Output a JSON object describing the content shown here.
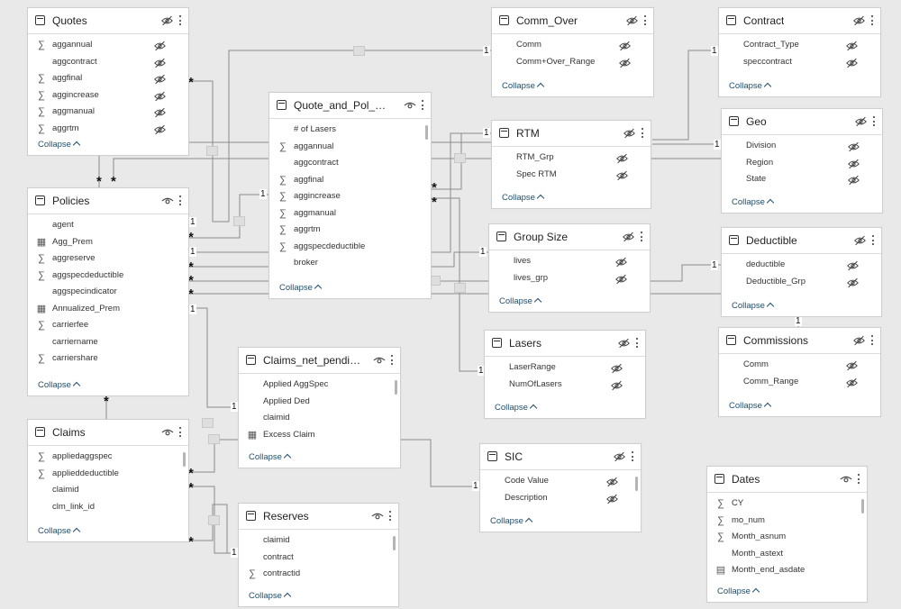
{
  "labels": {
    "collapse": "Collapse",
    "one": "1",
    "many": "*"
  },
  "icons": {
    "table": "table-icon",
    "visible": "eye-icon",
    "hidden": "eye-slash-icon",
    "more": "more-options-icon",
    "sum": "sigma-icon",
    "calc": "calculated-table-icon",
    "calendar": "calendar-icon"
  },
  "glyphs": {
    "sum": "∑",
    "calc": "▦",
    "calendar": "▤",
    "none": ""
  },
  "tables": [
    {
      "id": "quotes",
      "name": "Quotes",
      "visible": false,
      "fields": [
        {
          "name": "aggannual",
          "type": "sum",
          "hidden": true
        },
        {
          "name": "aggcontract",
          "type": "none",
          "hidden": true
        },
        {
          "name": "aggfinal",
          "type": "sum",
          "hidden": true
        },
        {
          "name": "aggincrease",
          "type": "sum",
          "hidden": true
        },
        {
          "name": "aggmanual",
          "type": "sum",
          "hidden": true
        },
        {
          "name": "aggrtm",
          "type": "sum",
          "hidden": true
        }
      ]
    },
    {
      "id": "policies",
      "name": "Policies",
      "visible": true,
      "fields": [
        {
          "name": "agent",
          "type": "none",
          "hidden": false
        },
        {
          "name": "Agg_Prem",
          "type": "calc",
          "hidden": false
        },
        {
          "name": "aggreserve",
          "type": "sum",
          "hidden": false
        },
        {
          "name": "aggspecdeductible",
          "type": "sum",
          "hidden": false
        },
        {
          "name": "aggspecindicator",
          "type": "none",
          "hidden": false
        },
        {
          "name": "Annualized_Prem",
          "type": "calc",
          "hidden": false
        },
        {
          "name": "carrierfee",
          "type": "sum",
          "hidden": false
        },
        {
          "name": "carriername",
          "type": "none",
          "hidden": false
        },
        {
          "name": "carriershare",
          "type": "sum",
          "hidden": false
        }
      ]
    },
    {
      "id": "claims",
      "name": "Claims",
      "visible": true,
      "fields": [
        {
          "name": "applied­aggspec",
          "type": "sum",
          "hidden": false
        },
        {
          "name": "applieddeductible",
          "type": "sum",
          "hidden": false
        },
        {
          "name": "claimid",
          "type": "none",
          "hidden": false
        },
        {
          "name": "clm_link_id",
          "type": "none",
          "hidden": false
        }
      ]
    },
    {
      "id": "qpd",
      "name": "Quote_and_Pol_Data",
      "visible": true,
      "fields": [
        {
          "name": "# of Lasers",
          "type": "none",
          "hidden": false
        },
        {
          "name": "aggannual",
          "type": "sum",
          "hidden": false
        },
        {
          "name": "aggcontract",
          "type": "none",
          "hidden": false
        },
        {
          "name": "aggfinal",
          "type": "sum",
          "hidden": false
        },
        {
          "name": "aggincrease",
          "type": "sum",
          "hidden": false
        },
        {
          "name": "aggmanual",
          "type": "sum",
          "hidden": false
        },
        {
          "name": "aggrtm",
          "type": "sum",
          "hidden": false
        },
        {
          "name": "aggspecdeductible",
          "type": "sum",
          "hidden": false
        },
        {
          "name": "broker",
          "type": "none",
          "hidden": false
        }
      ]
    },
    {
      "id": "cnp",
      "name": "Claims_net_pending_...",
      "visible": true,
      "fields": [
        {
          "name": "Applied AggSpec",
          "type": "none",
          "hidden": false
        },
        {
          "name": "Applied Ded",
          "type": "none",
          "hidden": false
        },
        {
          "name": "claimid",
          "type": "none",
          "hidden": false
        },
        {
          "name": "Excess Claim",
          "type": "calc",
          "hidden": false
        }
      ]
    },
    {
      "id": "reserves",
      "name": "Reserves",
      "visible": true,
      "fields": [
        {
          "name": "claimid",
          "type": "none",
          "hidden": false
        },
        {
          "name": "contract",
          "type": "none",
          "hidden": false
        },
        {
          "name": "contractid",
          "type": "sum",
          "hidden": false
        }
      ]
    },
    {
      "id": "commover",
      "name": "Comm_Over",
      "visible": false,
      "fields": [
        {
          "name": "Comm",
          "type": "none",
          "hidden": true
        },
        {
          "name": "Comm+Over_Range",
          "type": "none",
          "hidden": true
        }
      ]
    },
    {
      "id": "rtm",
      "name": "RTM",
      "visible": false,
      "fields": [
        {
          "name": "RTM_Grp",
          "type": "none",
          "hidden": true
        },
        {
          "name": "Spec RTM",
          "type": "none",
          "hidden": true
        }
      ]
    },
    {
      "id": "groupsize",
      "name": "Group Size",
      "visible": false,
      "fields": [
        {
          "name": "lives",
          "type": "none",
          "hidden": true
        },
        {
          "name": "lives_grp",
          "type": "none",
          "hidden": true
        }
      ]
    },
    {
      "id": "lasers",
      "name": "Lasers",
      "visible": false,
      "fields": [
        {
          "name": "LaserRange",
          "type": "none",
          "hidden": true
        },
        {
          "name": "NumOfLasers",
          "type": "none",
          "hidden": true
        }
      ]
    },
    {
      "id": "sic",
      "name": "SIC",
      "visible": false,
      "fields": [
        {
          "name": "Code Value",
          "type": "none",
          "hidden": true
        },
        {
          "name": "Description",
          "type": "none",
          "hidden": true
        }
      ]
    },
    {
      "id": "contract",
      "name": "Contract",
      "visible": false,
      "fields": [
        {
          "name": "Contract_Type",
          "type": "none",
          "hidden": true
        },
        {
          "name": "speccontract",
          "type": "none",
          "hidden": true
        }
      ]
    },
    {
      "id": "geo",
      "name": "Geo",
      "visible": false,
      "fields": [
        {
          "name": "Division",
          "type": "none",
          "hidden": true
        },
        {
          "name": "Region",
          "type": "none",
          "hidden": true
        },
        {
          "name": "State",
          "type": "none",
          "hidden": true
        }
      ]
    },
    {
      "id": "deductible",
      "name": "Deductible",
      "visible": false,
      "fields": [
        {
          "name": "deductible",
          "type": "none",
          "hidden": true
        },
        {
          "name": "Deductible_Grp",
          "type": "none",
          "hidden": true
        }
      ]
    },
    {
      "id": "commissions",
      "name": "Commissions",
      "visible": false,
      "fields": [
        {
          "name": "Comm",
          "type": "none",
          "hidden": true
        },
        {
          "name": "Comm_Range",
          "type": "none",
          "hidden": true
        }
      ]
    },
    {
      "id": "dates",
      "name": "Dates",
      "visible": true,
      "fields": [
        {
          "name": "CY",
          "type": "sum",
          "hidden": false
        },
        {
          "name": "mo_num",
          "type": "sum",
          "hidden": false
        },
        {
          "name": "Month_asnum",
          "type": "sum",
          "hidden": false
        },
        {
          "name": "Month_astext",
          "type": "none",
          "hidden": false
        },
        {
          "name": "Month_end_asdate",
          "type": "calendar",
          "hidden": false
        }
      ]
    }
  ]
}
